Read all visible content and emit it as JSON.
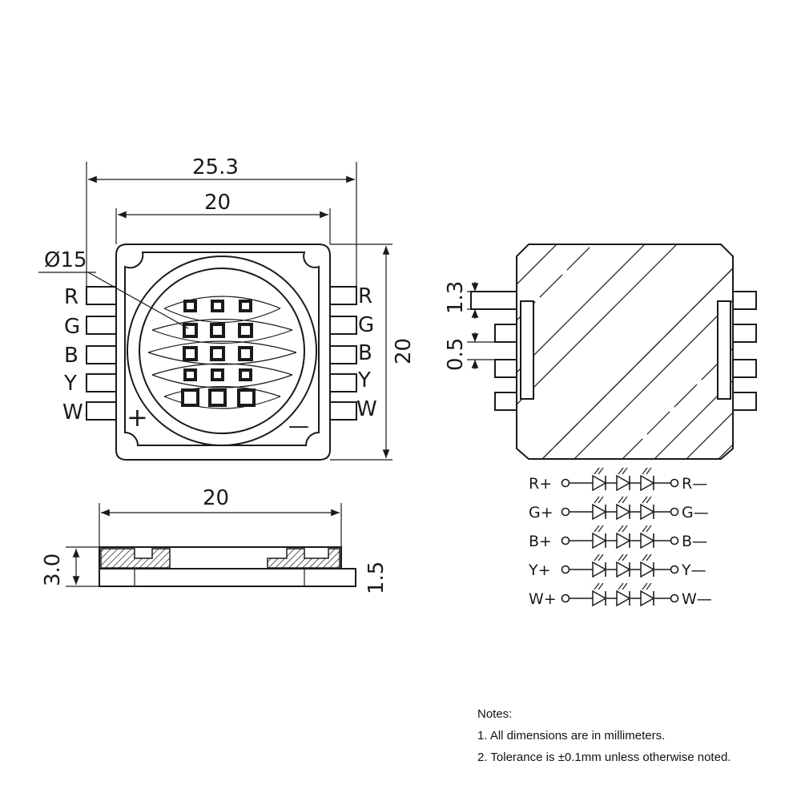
{
  "top_view": {
    "dim_overall": "25.3",
    "dim_body": "20",
    "dim_height": "20",
    "dim_circle": "Ø15",
    "pins_left": [
      "R",
      "G",
      "B",
      "Y",
      "W"
    ],
    "pins_right": [
      "R",
      "G",
      "B",
      "Y",
      "W"
    ],
    "polarity_plus": "+",
    "polarity_minus": "—"
  },
  "side_view": {
    "dim_width": "20",
    "dim_height": "3.0",
    "dim_base": "1.5"
  },
  "back_view": {
    "dim_pin_width": "1.3",
    "dim_pin_gap": "0.5"
  },
  "schematic": {
    "rows": [
      {
        "left": "R+",
        "right": "R—"
      },
      {
        "left": "G+",
        "right": "G—"
      },
      {
        "left": "B+",
        "right": "B—"
      },
      {
        "left": "Y+",
        "right": "Y—"
      },
      {
        "left": "W+",
        "right": "W—"
      }
    ],
    "leds_per_row": 3
  },
  "notes": {
    "title": "Notes:",
    "line1": "1. All dimensions are in millimeters.",
    "line2": "2. Tolerance is ±0.1mm unless otherwise noted."
  }
}
